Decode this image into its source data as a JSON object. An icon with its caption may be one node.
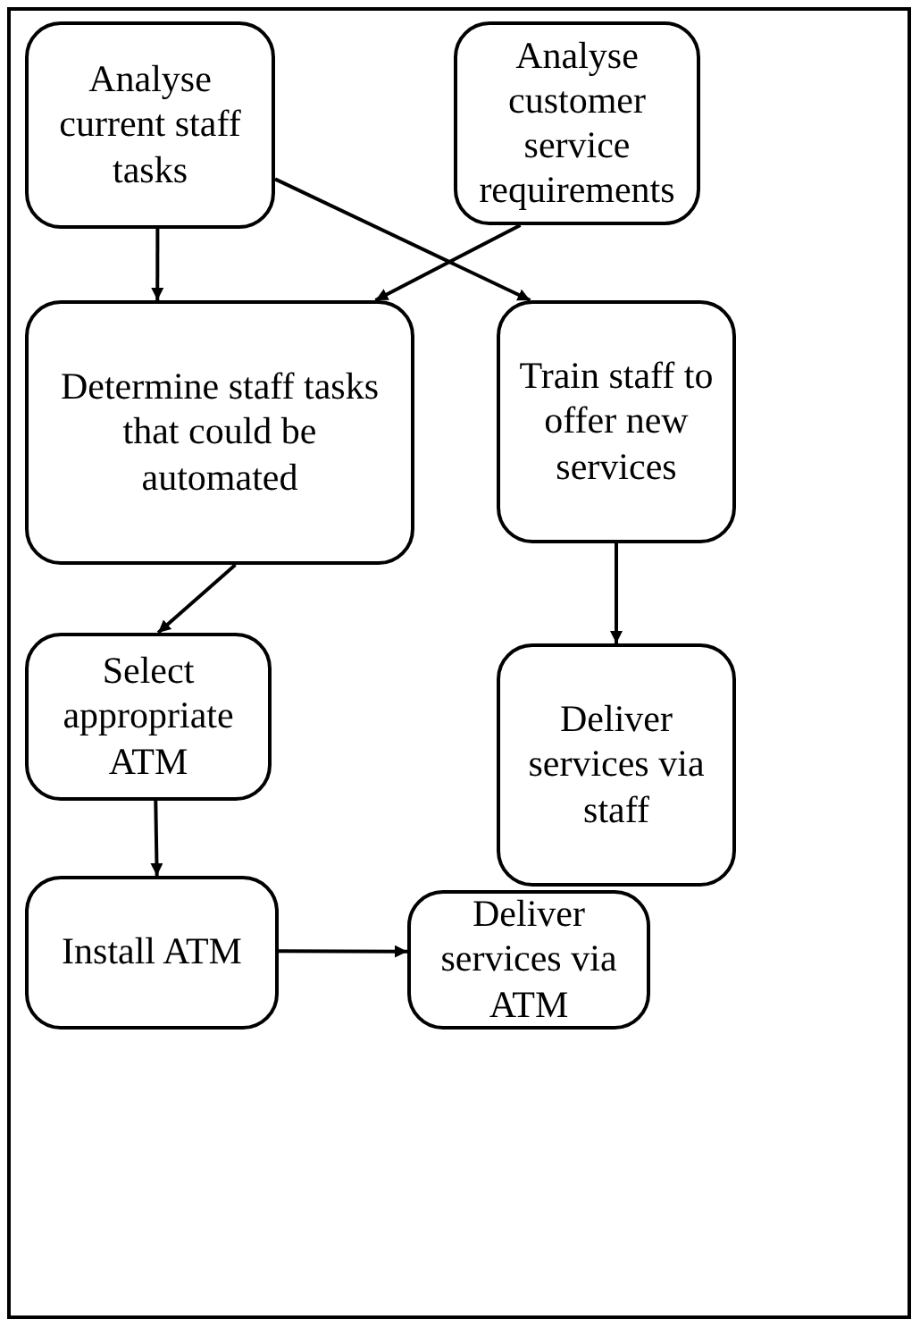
{
  "diagram": {
    "nodes": [
      {
        "text": [
          "Analyse current staff tasks"
        ]
      },
      {
        "text": [
          "Analyse customer service requirements"
        ]
      },
      {
        "text": [
          "Determine staff tasks that could be automated"
        ]
      },
      {
        "text": [
          "Train staff to offer new services"
        ]
      },
      {
        "text": [
          "Select appropriate ATM"
        ]
      },
      {
        "text": [
          "Deliver services via staff"
        ]
      },
      {
        "text": [
          "Install ATM"
        ]
      },
      {
        "text": [
          "Deliver services via ATM"
        ]
      }
    ],
    "edges": [
      {
        "from": 0,
        "to": 2,
        "arrow": "to"
      },
      {
        "from": 0,
        "to": 3,
        "arrow": "to"
      },
      {
        "from": 1,
        "to": 2,
        "arrow": "to"
      },
      {
        "from": 3,
        "to": 5,
        "arrow": "to"
      },
      {
        "from": 2,
        "to": 4,
        "arrow": "to"
      },
      {
        "from": 4,
        "to": 6,
        "arrow": "to"
      },
      {
        "from": 6,
        "to": 7,
        "arrow": "to"
      }
    ]
  }
}
